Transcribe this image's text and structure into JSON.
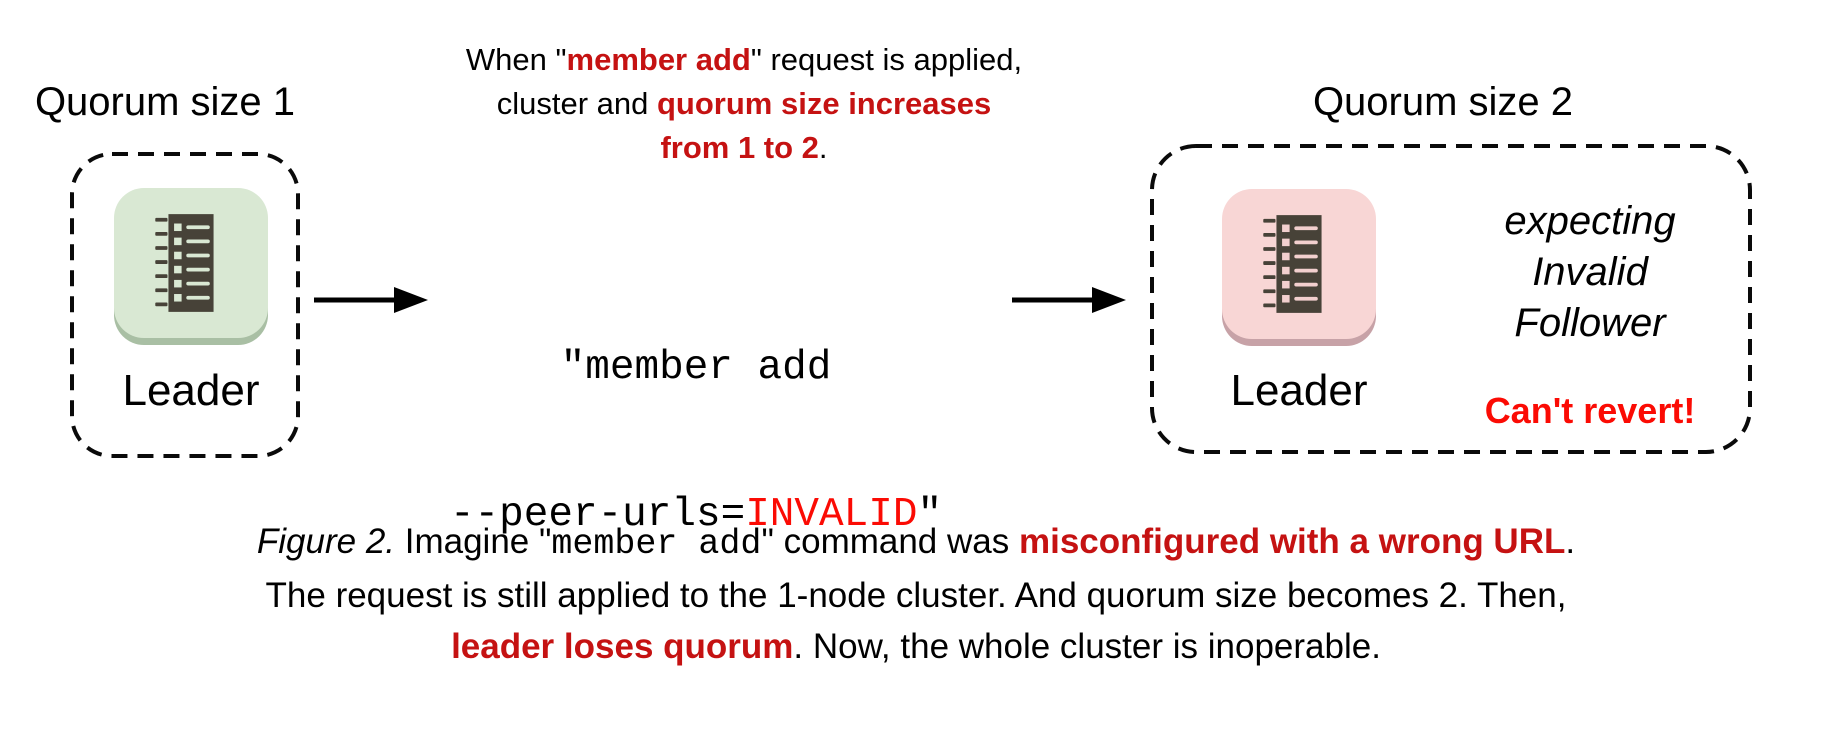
{
  "colors": {
    "red_dark": "#c51212",
    "red_bright": "#fb0b04",
    "ink": "#000000",
    "icon_green_bg": "#d9e8d3",
    "icon_green_shadow": "#a9bfa4",
    "icon_pink_bg": "#f8d6d5",
    "icon_pink_shadow": "#c7a2a7",
    "glyph_dark": "#474238"
  },
  "diagram": {
    "left": {
      "heading": "Quorum size 1",
      "node_label": "Leader",
      "icon": "list-notebook-icon"
    },
    "transition": {
      "annotation_lines": [
        [
          {
            "t": "When \"",
            "s": "k"
          },
          {
            "t": "member add",
            "s": "r"
          },
          {
            "t": "\" request is applied,",
            "s": "k"
          }
        ],
        [
          {
            "t": "cluster and ",
            "s": "k"
          },
          {
            "t": "quorum size increases",
            "s": "r"
          }
        ],
        [
          {
            "t": "from 1 to 2",
            "s": "r"
          },
          {
            "t": ".",
            "s": "k"
          }
        ]
      ],
      "command_lines": [
        [
          {
            "t": "\"member add",
            "s": "k"
          }
        ],
        [
          {
            "t": "--peer-urls=",
            "s": "k"
          },
          {
            "t": "INVALID",
            "s": "rm"
          },
          {
            "t": "\"",
            "s": "k"
          }
        ]
      ],
      "arrow_icon": "arrow-right-icon"
    },
    "right": {
      "heading": "Quorum size 2",
      "node_label": "Leader",
      "icon": "list-notebook-icon",
      "status_lines": [
        "expecting",
        "Invalid",
        "Follower"
      ],
      "warning": "Can't revert!"
    }
  },
  "caption": {
    "lines": [
      [
        {
          "t": "Figure 2.",
          "s": "i"
        },
        {
          "t": " Imagine \"",
          "s": "k"
        },
        {
          "t": "member add",
          "s": "m"
        },
        {
          "t": "\" command was ",
          "s": "k"
        },
        {
          "t": "misconfigured with a wrong URL",
          "s": "r"
        },
        {
          "t": ".",
          "s": "k"
        }
      ],
      [
        {
          "t": "The request is still applied to the 1-node cluster. And quorum size becomes 2. Then,",
          "s": "k"
        }
      ],
      [
        {
          "t": "leader loses quorum",
          "s": "r"
        },
        {
          "t": ". Now, the whole cluster is inoperable.",
          "s": "k"
        }
      ]
    ]
  }
}
